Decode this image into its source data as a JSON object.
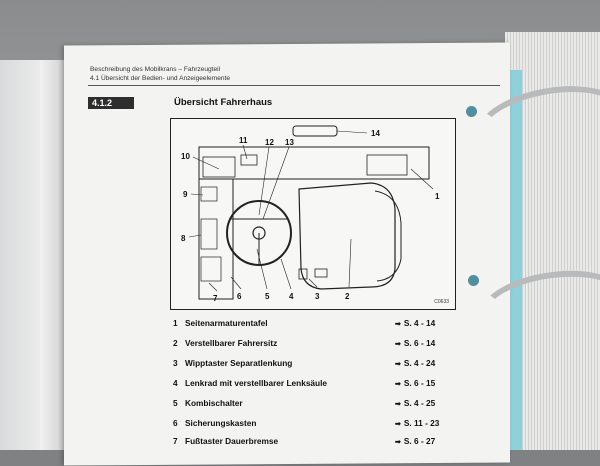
{
  "header": {
    "line1": "Beschreibung des Mobilkrans – Fahrzeugteil",
    "line2": "4.1 Übersicht der Bedien- und Anzeigeelemente"
  },
  "section": {
    "number": "4.1.2",
    "title": "Übersicht Fahrerhaus"
  },
  "diagram": {
    "code": "C0633",
    "callouts": [
      "1",
      "2",
      "3",
      "4",
      "5",
      "6",
      "7",
      "8",
      "9",
      "10",
      "11",
      "12",
      "13",
      "14"
    ]
  },
  "items": [
    {
      "num": "1",
      "text": "Seitenarmaturentafel",
      "ref": "S. 4 - 14"
    },
    {
      "num": "2",
      "text": "Verstellbarer Fahrersitz",
      "ref": "S. 6 - 14"
    },
    {
      "num": "3",
      "text": "Wipptaster Separatlenkung",
      "ref": "S. 4 - 24"
    },
    {
      "num": "4",
      "text": "Lenkrad mit verstellbarer Lenksäule",
      "ref": "S. 6 - 15"
    },
    {
      "num": "5",
      "text": "Kombischalter",
      "ref": "S. 4 - 25"
    },
    {
      "num": "6",
      "text": "Sicherungskasten",
      "ref": "S. 11 - 23"
    },
    {
      "num": "7",
      "text": "Fußtaster Dauerbremse",
      "ref": "S. 6 - 27"
    }
  ]
}
